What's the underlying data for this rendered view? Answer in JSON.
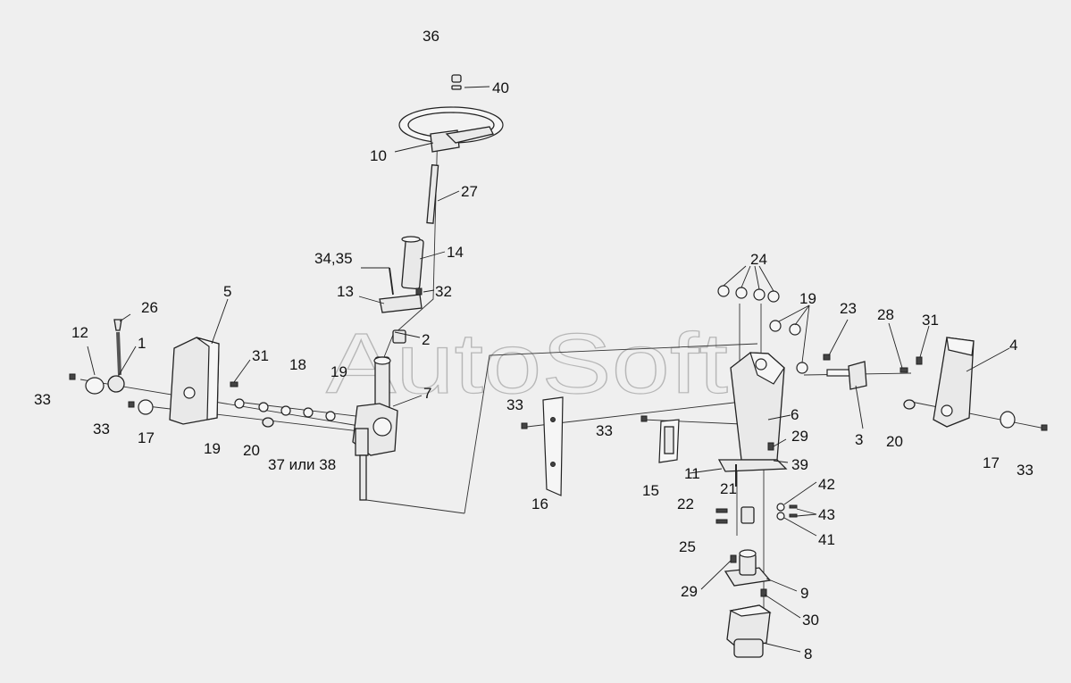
{
  "watermark": "AutoSoft",
  "callouts": {
    "c1": "1",
    "c2": "2",
    "c3": "3",
    "c4": "4",
    "c5": "5",
    "c6": "6",
    "c7": "7",
    "c8": "8",
    "c9": "9",
    "c10": "10",
    "c11": "11",
    "c12": "12",
    "c13": "13",
    "c14": "14",
    "c15": "15",
    "c16": "16",
    "c17a": "17",
    "c17b": "17",
    "c18": "18",
    "c19a": "19",
    "c19b": "19",
    "c19c": "19",
    "c20a": "20",
    "c20b": "20",
    "c21": "21",
    "c22": "22",
    "c23": "23",
    "c24": "24",
    "c25": "25",
    "c26": "26",
    "c27": "27",
    "c28": "28",
    "c29a": "29",
    "c29b": "29",
    "c30": "30",
    "c31a": "31",
    "c31b": "31",
    "c32": "32",
    "c33a": "33",
    "c33b": "33",
    "c33c": "33",
    "c33d": "33",
    "c33e": "33",
    "c3435": "34,35",
    "c36": "36",
    "c3738": "37 или 38",
    "c39": "39",
    "c40": "40",
    "c41": "41",
    "c42": "42",
    "c43": "43"
  }
}
